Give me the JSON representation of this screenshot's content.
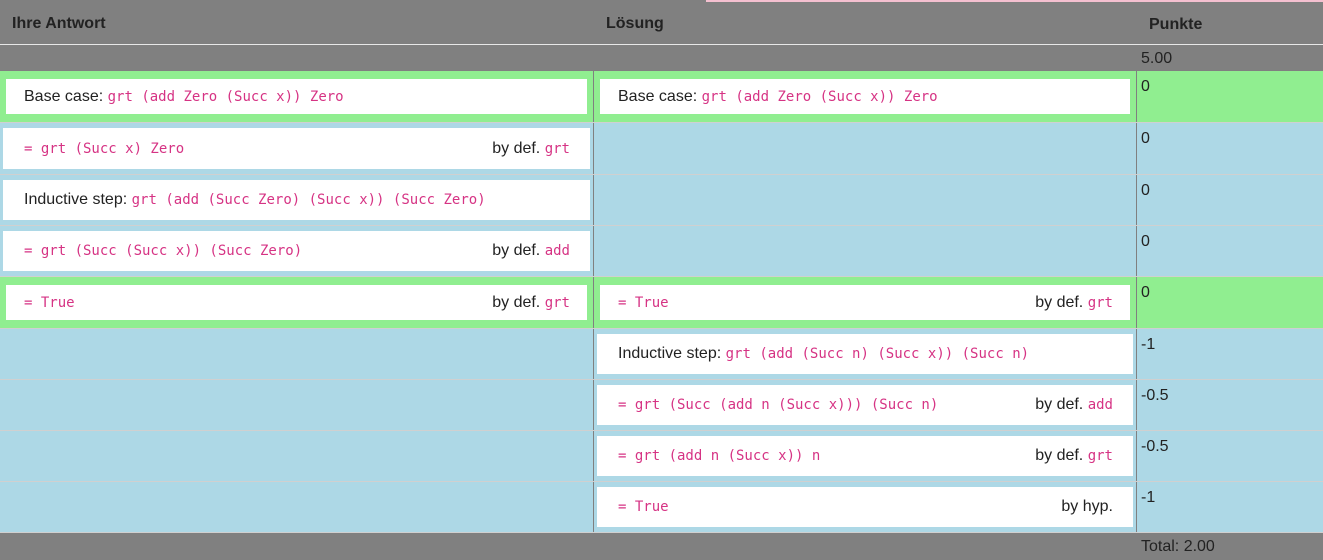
{
  "headers": {
    "answer": "Ihre Antwort",
    "solution": "Lösung",
    "points": "Punkte"
  },
  "max_points": "5.00",
  "total": "Total: 2.00",
  "answer_rows": [
    {
      "label": "Base case: ",
      "code": "grt (add Zero (Succ x)) Zero",
      "by": "",
      "by_code": "",
      "highlight": true
    },
    {
      "label": "",
      "code": "= grt (Succ x) Zero",
      "by": "by def. ",
      "by_code": "grt",
      "highlight": false
    },
    {
      "label": "Inductive step: ",
      "code": "grt (add (Succ Zero) (Succ x)) (Succ Zero)",
      "by": "",
      "by_code": "",
      "highlight": false
    },
    {
      "label": "",
      "code": "= grt (Succ (Succ x)) (Succ Zero)",
      "by": "by def. ",
      "by_code": "add",
      "highlight": false
    },
    {
      "label": "",
      "code": "= True",
      "by": "by def. ",
      "by_code": "grt",
      "highlight": true
    }
  ],
  "solution_rows": [
    {
      "label": "Base case: ",
      "code": "grt (add Zero (Succ x)) Zero",
      "by": "",
      "by_code": "",
      "highlight": true
    },
    {
      "label": "",
      "code": "= True",
      "by": "by def. ",
      "by_code": "grt",
      "highlight": true
    },
    {
      "label": "Inductive step: ",
      "code": "grt (add (Succ n) (Succ x)) (Succ n)",
      "by": "",
      "by_code": "",
      "highlight": false
    },
    {
      "label": "",
      "code": "= grt (Succ (add n (Succ x))) (Succ n)",
      "by": "by def. ",
      "by_code": "add",
      "highlight": false
    },
    {
      "label": "",
      "code": "= grt (add n (Succ x)) n",
      "by": "by def. ",
      "by_code": "grt",
      "highlight": false
    },
    {
      "label": "",
      "code": "= True",
      "by": "by hyp.",
      "by_code": "",
      "highlight": false
    }
  ],
  "points": [
    "0",
    "0",
    "0",
    "0",
    "0",
    "-1",
    "-0.5",
    "-0.5",
    "-1"
  ],
  "row_colors": {
    "match": "#90ee90",
    "other": "#add8e6",
    "header": "#808080"
  }
}
